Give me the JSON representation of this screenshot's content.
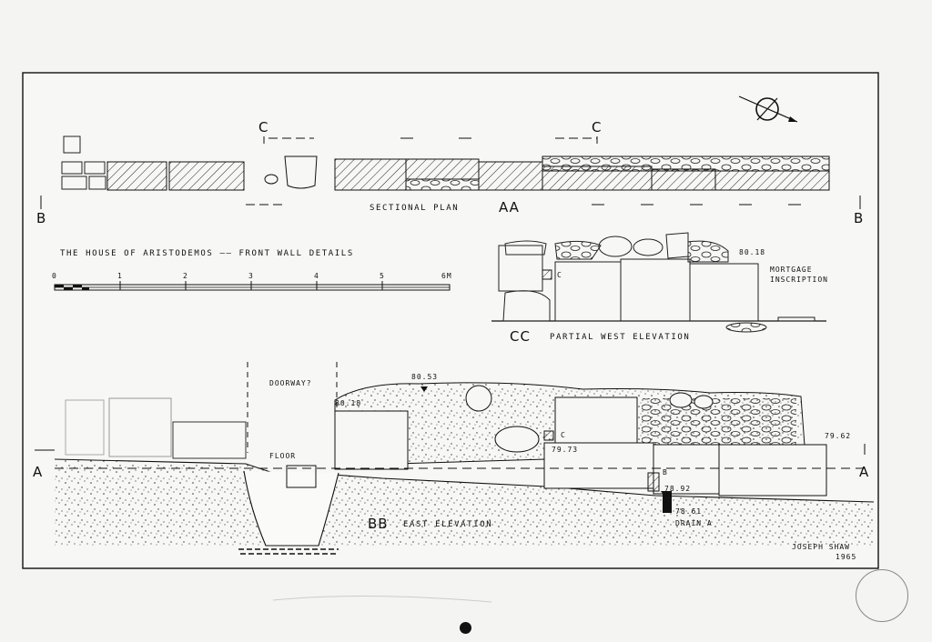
{
  "drawing_title": "THE HOUSE OF ARISTODEMOS —— FRONT WALL DETAILS",
  "scale_bar": {
    "ticks": [
      "0",
      "1",
      "2",
      "3",
      "4",
      "5",
      "6M"
    ]
  },
  "sectional_plan": {
    "label": "SECTIONAL PLAN",
    "code": "AA",
    "section_markers": [
      "C",
      "C",
      "B",
      "B"
    ]
  },
  "partial_west_elevation": {
    "code": "CC",
    "label": "PARTIAL WEST ELEVATION",
    "elevation": "80.18",
    "note": "MORTGAGE INSCRIPTION",
    "marker": "C"
  },
  "east_elevation": {
    "code": "BB",
    "label": "EAST ELEVATION",
    "doorway": "DOORWAY?",
    "floor": "FLOOR",
    "elevations": [
      "80.53",
      "80.18",
      "79.73",
      "79.62",
      "78.92",
      "78.61"
    ],
    "drain": "DRAIN A",
    "markers": {
      "A": "A",
      "B": "B",
      "C": "C"
    }
  },
  "signature": {
    "name": "JOSEPH SHAW",
    "year": "1965"
  }
}
